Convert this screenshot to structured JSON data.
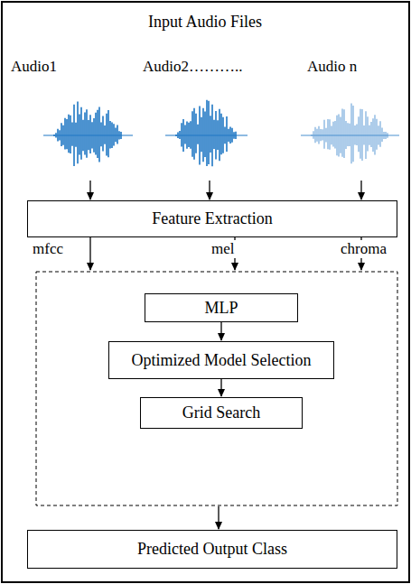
{
  "diagram": {
    "title": "Input Audio Files",
    "nodes": [
      {
        "text": [
          "Feature Extraction"
        ]
      },
      {
        "text": [
          "MLP"
        ]
      },
      {
        "text": [
          "Optimized Model Selection"
        ]
      },
      {
        "text": [
          "Grid Search"
        ]
      },
      {
        "text": [
          "Predicted Output Class"
        ]
      }
    ],
    "edges": [
      {
        "from": 1,
        "to": 2,
        "arrow": "to"
      },
      {
        "from": 2,
        "to": 3,
        "arrow": "to"
      }
    ],
    "labels": [
      "Audio1",
      "Audio2………..",
      "Audio n",
      "mfcc",
      "mel",
      "chroma"
    ]
  }
}
